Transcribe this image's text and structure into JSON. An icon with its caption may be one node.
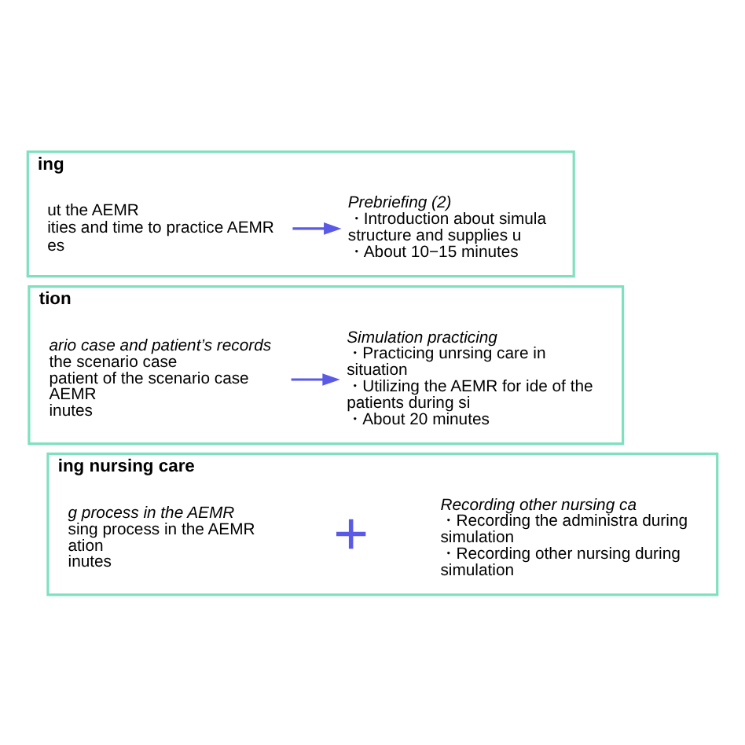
{
  "diagram": {
    "nodes": [
      {
        "text": [
          "ing"
        ]
      },
      {
        "text": [
          "ut the AEMR",
          "ities and time to practice AEMR",
          "es"
        ],
        "in": 0
      },
      {
        "text": [
          "Prebriefing (2)",
          "・Introduction about simula structure and supplies u",
          "・About 10−15 minutes"
        ],
        "in": 0
      },
      {
        "text": [
          "tion"
        ]
      },
      {
        "text": [
          "ario case and patient’s records",
          "the scenario case",
          "patient of the scenario case",
          "AEMR",
          "inutes"
        ],
        "in": 3
      },
      {
        "text": [
          "Simulation practicing",
          "・Practicing unrsing care in situation",
          "・Utilizing the AEMR for ide of the patients during si",
          "・About 20 minutes"
        ],
        "in": 3
      },
      {
        "text": [
          "ing nursing care"
        ]
      },
      {
        "text": [
          "g process in the AEMR",
          "sing process in the AEMR",
          "ation",
          "inutes"
        ],
        "in": 6
      },
      {
        "text": [
          "Recording other nursing ca",
          "・Recording the administra during simulation",
          "・Recording other nursing during simulation"
        ],
        "in": 6
      }
    ],
    "edges": [
      {
        "from": 1,
        "to": 2,
        "arrow": "to",
        "color": "#5a5ae6"
      },
      {
        "from": 4,
        "to": 5,
        "arrow": "to",
        "color": "#5a5ae6"
      }
    ],
    "labels": [
      "+"
    ]
  }
}
